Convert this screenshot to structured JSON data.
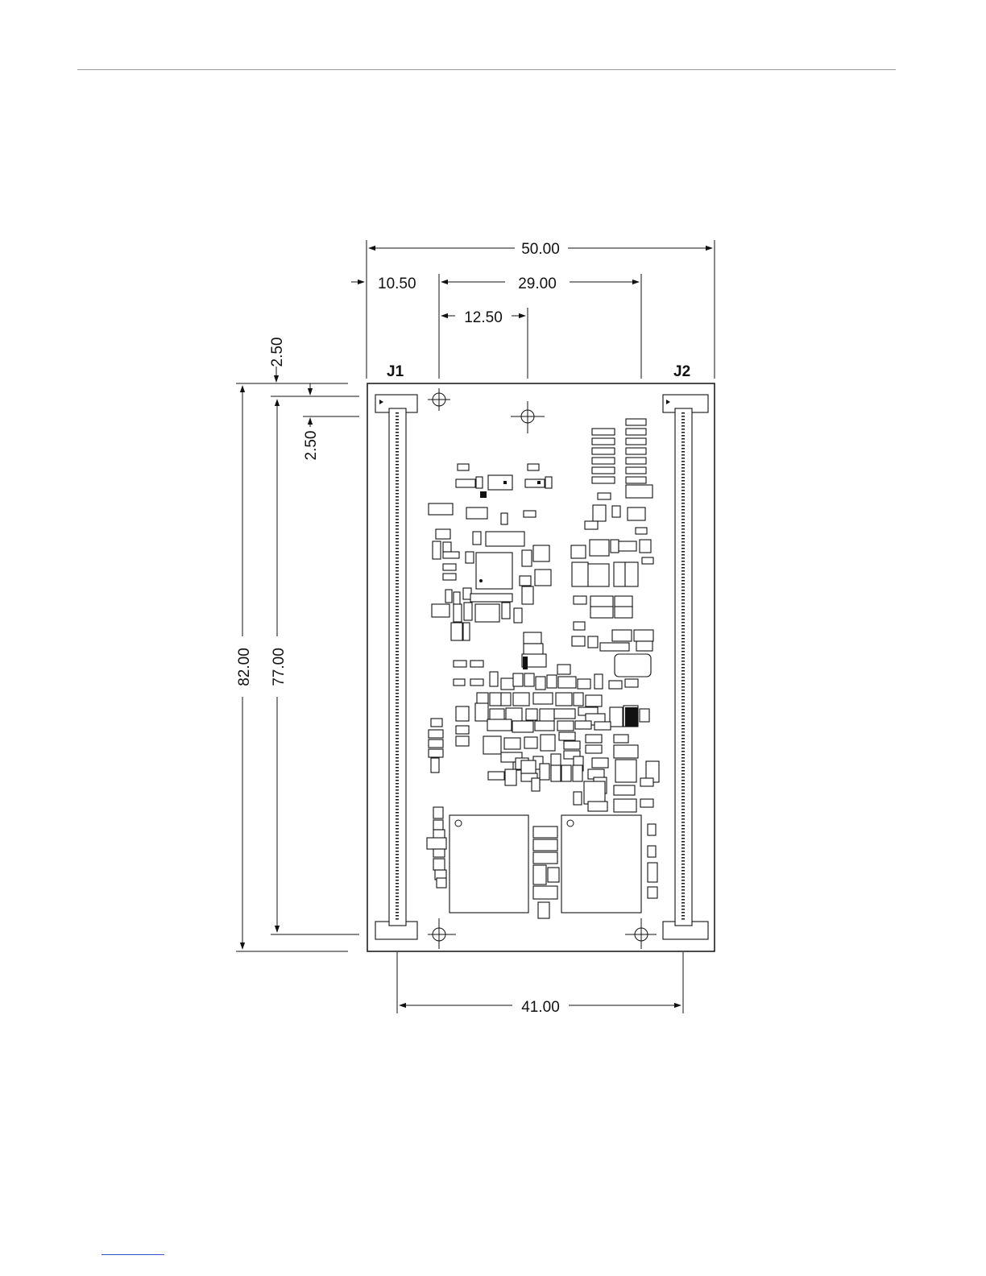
{
  "dimensions": {
    "overall_width": "50.00",
    "left_offset": "10.50",
    "hole_spacing_top": "29.00",
    "center_offset": "12.50",
    "top_margin": "2.50",
    "connector_inset": "2.50",
    "overall_height": "82.00",
    "connector_length": "77.00",
    "hole_spacing_bottom": "41.00"
  },
  "connectors": {
    "left": "J1",
    "right": "J2"
  }
}
